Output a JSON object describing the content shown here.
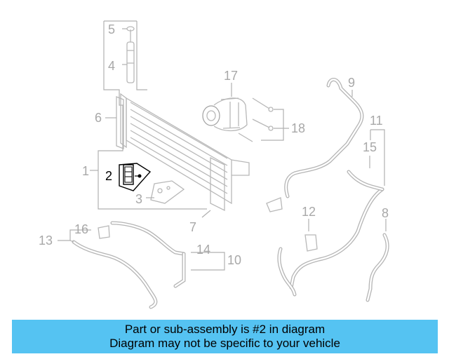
{
  "callouts": {
    "c1": "1",
    "c2": "2",
    "c3": "3",
    "c4": "4",
    "c5": "5",
    "c6": "6",
    "c7": "7",
    "c8": "8",
    "c9": "9",
    "c10": "10",
    "c11": "11",
    "c12": "12",
    "c13": "13",
    "c14": "14",
    "c15": "15",
    "c16": "16",
    "c17": "17",
    "c18": "18"
  },
  "highlighted_callout": "2",
  "banner": {
    "line1": "Part or sub-assembly is #2 in diagram",
    "line2": "Diagram may not be specific to your vehicle",
    "color": "#55c3f2"
  }
}
